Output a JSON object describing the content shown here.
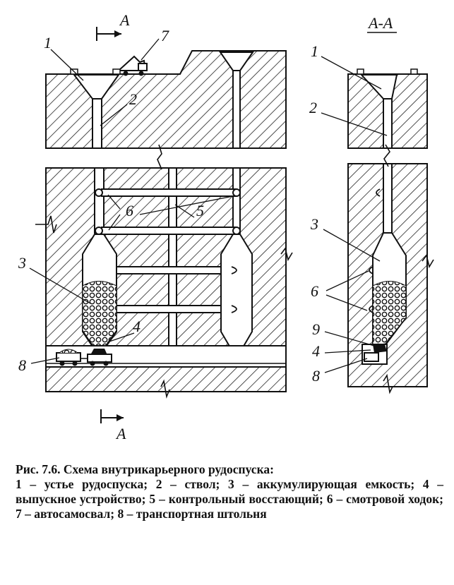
{
  "figure": {
    "section_mark": "А",
    "section_title": "А-А",
    "labels": [
      "1",
      "2",
      "3",
      "4",
      "5",
      "6",
      "7",
      "8",
      "9"
    ]
  },
  "caption": {
    "title": "Рис. 7.6. Схема внутрикарьерного  рудоспуска:",
    "body": "1 – устье рудоспуска; 2 – ствол; 3 – аккумулирующая емкость; 4 – выпускное устройство; 5 – контрольный восстающий; 6 – смотровой ходок; 7 – автосамосвал; 8 – транспортная  штольня"
  }
}
